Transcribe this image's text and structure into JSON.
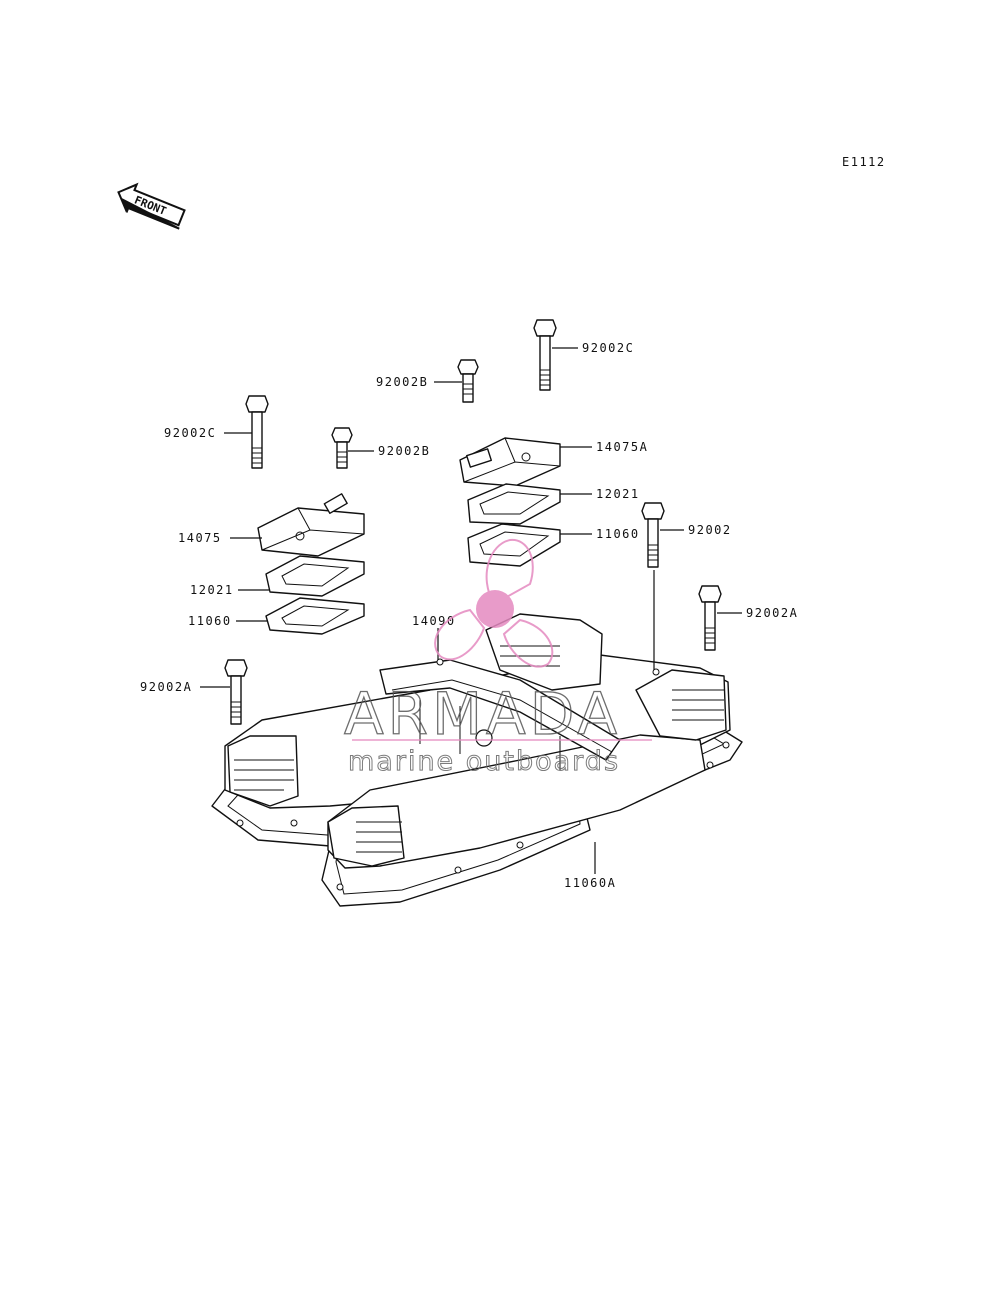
{
  "diagram_code": "E1112",
  "front_marker": "FRONT",
  "labels": {
    "p92002C_top": "92002C",
    "p92002B_top": "92002B",
    "p92002C_left": "92002C",
    "p92002B_mid": "92002B",
    "p14075A": "14075A",
    "p12021_right": "12021",
    "p11060_right": "11060",
    "p92002": "92002",
    "p14075": "14075",
    "p12021_left": "12021",
    "p11060_left": "11060",
    "p14090": "14090",
    "p92002A_right": "92002A",
    "p92002A_left": "92002A",
    "p11060A": "11060A"
  },
  "watermark": {
    "brand": "ARMADA",
    "tagline": "marine outboards",
    "accent": "#e58ac0"
  }
}
